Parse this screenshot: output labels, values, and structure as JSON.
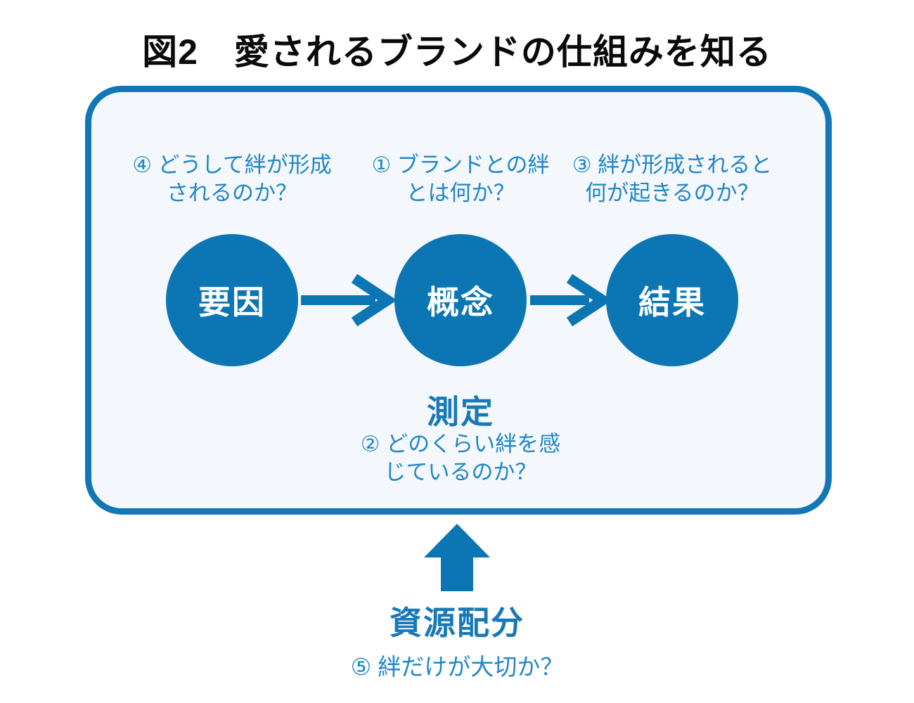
{
  "title": "図2　愛されるブランドの仕組みを知る",
  "colors": {
    "accent_blue": "#0c76b4",
    "frame_border": "#1177b6",
    "frame_background": "#f4f7fb",
    "question_text": "#2187c7",
    "bold_label_text": "#1879b8",
    "title_text": "#0a0a0a",
    "circle_text": "#ffffff"
  },
  "diagram": {
    "nodes": {
      "factor": "要因",
      "concept": "概念",
      "result": "結果"
    },
    "questions": {
      "q4": {
        "line1": "④ どうして絆が形成",
        "line2": "されるのか？"
      },
      "q1": {
        "line1": "① ブランドとの絆",
        "line2": "とは何か？"
      },
      "q3": {
        "line1": "③ 絆が形成されると",
        "line2": "何が起きるのか？"
      },
      "q2": {
        "line1": "② どのくらい絆を感",
        "line2": "じているのか？"
      },
      "q5": {
        "text": "⑤ 絆だけが大切か？"
      }
    },
    "measurement_label": "測定",
    "resource_label": "資源配分",
    "icons": {
      "flow_arrows": "right-arrow",
      "input_arrow": "up-arrow"
    }
  }
}
